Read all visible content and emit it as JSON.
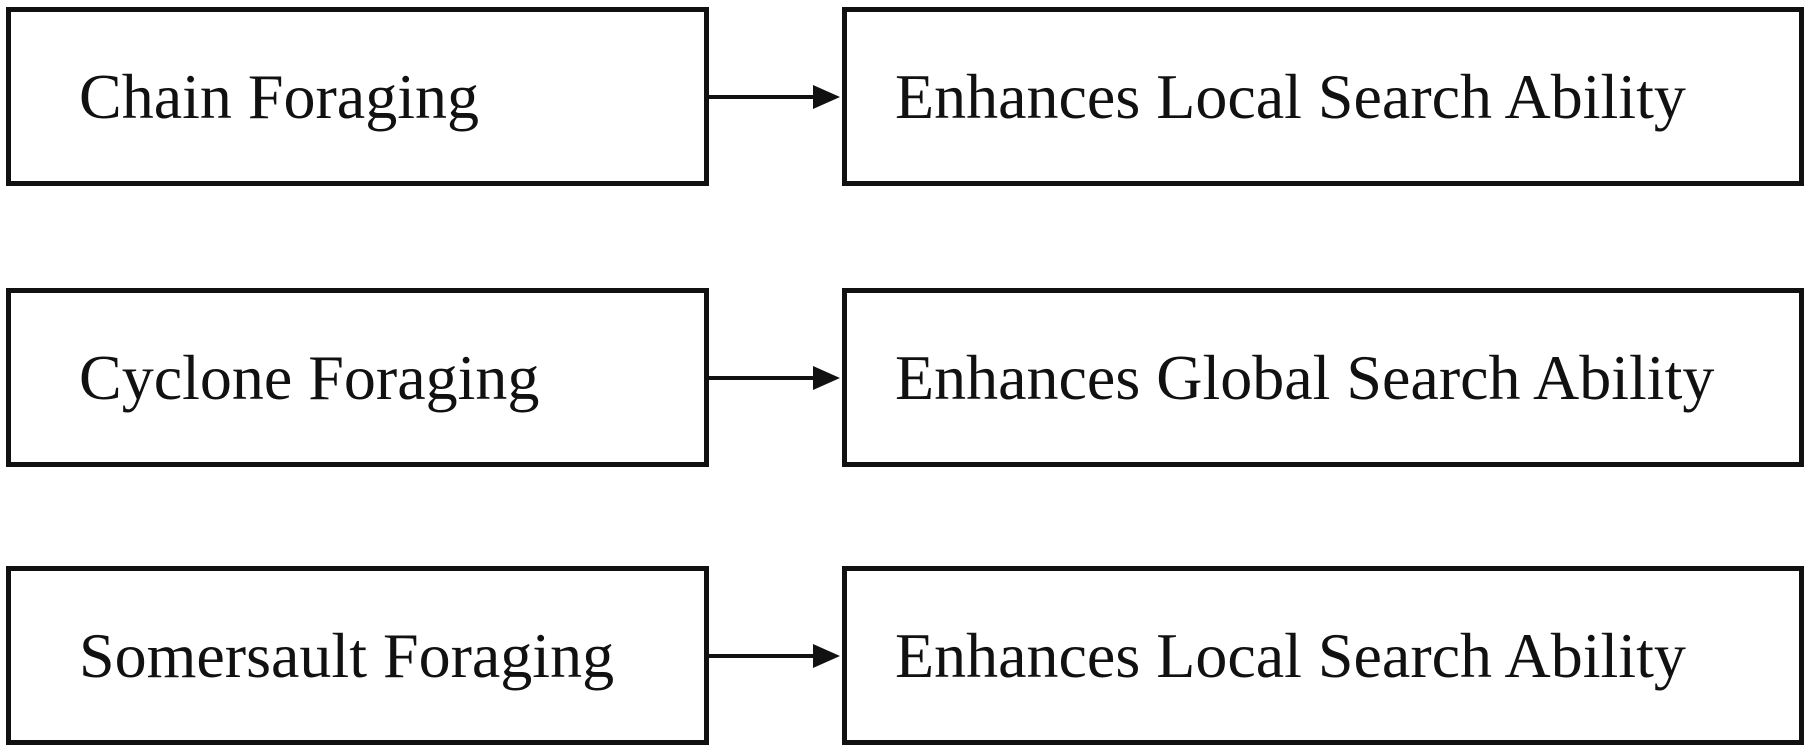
{
  "colors": {
    "stroke": "#111111",
    "background": "#ffffff"
  },
  "rows": [
    {
      "strategy": "Chain Foraging",
      "effect": "Enhances Local Search Ability"
    },
    {
      "strategy": "Cyclone Foraging",
      "effect": "Enhances Global Search Ability"
    },
    {
      "strategy": "Somersault Foraging",
      "effect": "Enhances Local Search Ability"
    }
  ]
}
